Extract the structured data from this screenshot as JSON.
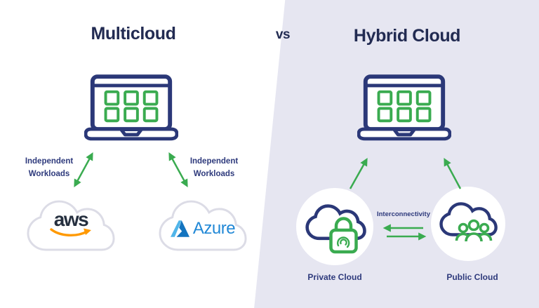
{
  "header": {
    "left_title": "Multicloud",
    "separator": "vs",
    "right_title": "Hybrid Cloud"
  },
  "multicloud": {
    "workload_labels": [
      "Independent\nWorkloads",
      "Independent\nWorkloads"
    ],
    "aws_logo_text": "aws",
    "azure_logo_text": "Azure"
  },
  "hybrid": {
    "interconnectivity_label": "Interconnectivity",
    "private_cloud_label": "Private Cloud",
    "public_cloud_label": "Public Cloud"
  },
  "icons": {
    "laptop": "laptop-icon",
    "aws": "cloud-icon",
    "azure": "cloud-icon",
    "private_cloud": "cloud-lock-fingerprint-icon",
    "public_cloud": "cloud-people-icon",
    "workload_arrows": "double-headed-arrow-icon",
    "hybrid_arrows": "up-arrow-icon",
    "interconnect_arrows": "left-right-arrows-icon"
  },
  "colors": {
    "navy": "#2b3878",
    "heading_navy": "#222b52",
    "label_navy": "#2e3a7c",
    "green": "#3aab50",
    "lavender_bg": "#e6e6f1",
    "cloud_outline": "#dcdce6",
    "aws_text": "#252f3e",
    "aws_orange": "#ff9900",
    "azure_blue": "#2188d6",
    "azure_light": "#50b5e9",
    "azure_dark": "#1374bf"
  }
}
